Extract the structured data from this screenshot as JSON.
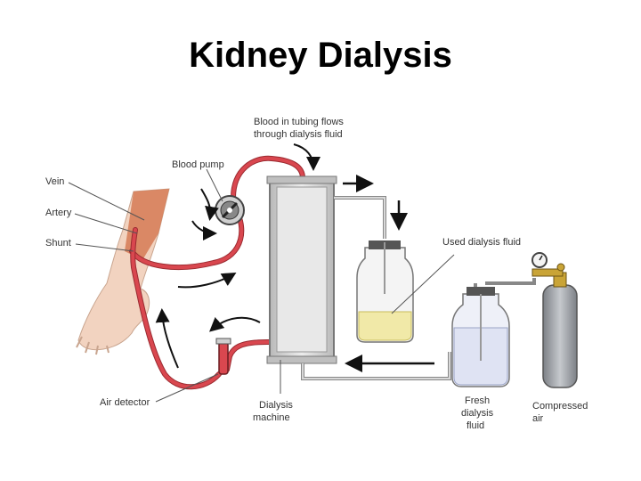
{
  "title": "Kidney Dialysis",
  "labels": {
    "blood_tubing": [
      "Blood in tubing flows",
      "through dialysis fluid"
    ],
    "blood_pump": "Blood pump",
    "vein": "Vein",
    "artery": "Artery",
    "shunt": "Shunt",
    "used_fluid": "Used dialysis fluid",
    "air_detector": "Air detector",
    "dialysis_machine": [
      "Dialysis",
      "machine"
    ],
    "fresh_fluid": [
      "Fresh",
      "dialysis",
      "fluid"
    ],
    "compressed_air": [
      "Compressed",
      "air"
    ]
  },
  "colors": {
    "blood": "#d9474f",
    "tubing_outline": "#9a2a30",
    "machine": "#cfcfcf",
    "used_fluid": "#f1e9a8",
    "fresh_fluid": "#dfe3f3",
    "cylinder": "#9fa3a8",
    "skin": "#f2d3c0",
    "arm_muscle": "#d67a55"
  }
}
